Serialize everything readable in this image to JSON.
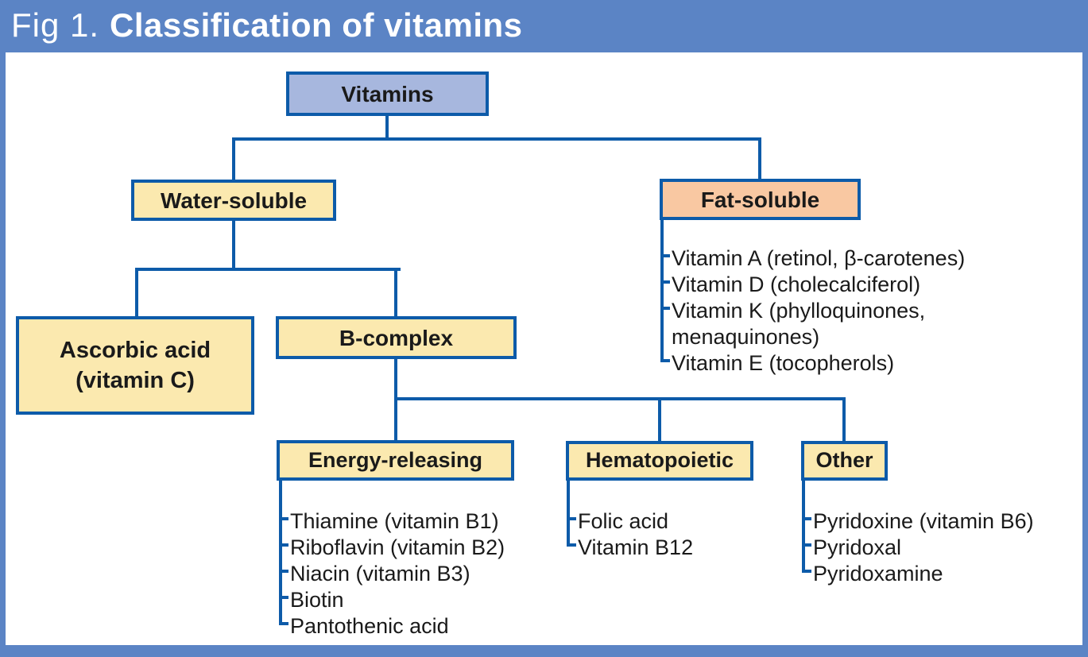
{
  "header": {
    "fig_label": "Fig 1.",
    "title": "Classification of vitamins"
  },
  "colors": {
    "frame_blue": "#5b84c5",
    "line_blue": "#0d5ba9",
    "fill_blue": "#a7b7de",
    "fill_yellow": "#fbe9af",
    "fill_orange": "#f9c8a2",
    "text": "#1a1a1a",
    "panel_bg": "#ffffff",
    "header_text": "#ffffff"
  },
  "nodes": {
    "vitamins": {
      "label": "Vitamins"
    },
    "water_soluble": {
      "label": "Water-soluble"
    },
    "fat_soluble": {
      "label": "Fat-soluble"
    },
    "ascorbic": {
      "line1": "Ascorbic acid",
      "line2": "(vitamin C)"
    },
    "b_complex": {
      "label": "B-complex"
    },
    "energy_releasing": {
      "label": "Energy-releasing"
    },
    "hematopoietic": {
      "label": "Hematopoietic"
    },
    "other": {
      "label": "Other"
    }
  },
  "lists": {
    "fat_soluble": {
      "items": [
        "Vitamin A (retinol, β-carotenes)",
        "Vitamin D (cholecalciferol)",
        "Vitamin K (phylloquinones, menaquinones)",
        "Vitamin E (tocopherols)"
      ]
    },
    "energy_releasing": {
      "items": [
        "Thiamine (vitamin B1)",
        "Riboflavin (vitamin B2)",
        "Niacin (vitamin B3)",
        "Biotin",
        "Pantothenic acid"
      ]
    },
    "hematopoietic": {
      "items": [
        "Folic acid",
        "Vitamin B12"
      ]
    },
    "other": {
      "items": [
        "Pyridoxine (vitamin B6)",
        "Pyridoxal",
        "Pyridoxamine"
      ]
    }
  }
}
